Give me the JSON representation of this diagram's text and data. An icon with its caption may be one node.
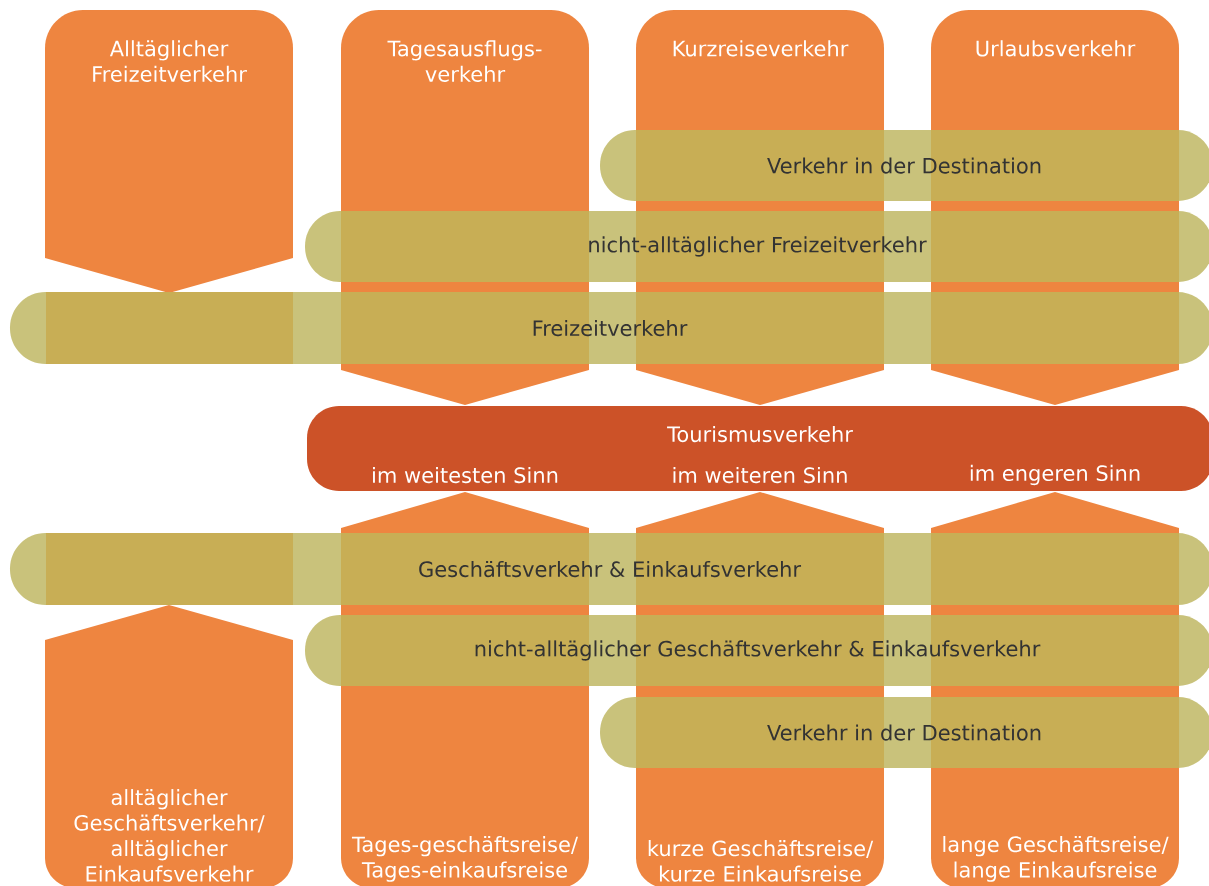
{
  "diagram": {
    "nodes": [
      {
        "text": [
          "Alltäglicher Freizeitverkehr"
        ]
      },
      {
        "text": [
          "Tagesausflugs-verkehr"
        ]
      },
      {
        "text": [
          "Kurzreiseverkehr"
        ]
      },
      {
        "text": [
          "Urlaubsverkehr"
        ]
      },
      {
        "text": [
          "Verkehr in der Destination"
        ]
      },
      {
        "text": [
          "nicht-alltäglicher Freizeitverkehr"
        ]
      },
      {
        "text": [
          "Freizeitverkehr"
        ]
      },
      {
        "text": [
          "Tourismusverkehr",
          "im weitesten Sinn",
          "im weiteren Sinn",
          "im engeren Sinn"
        ]
      },
      {
        "text": [
          "Geschäftsverkehr & Einkaufsverkehr"
        ]
      },
      {
        "text": [
          "nicht-alltäglicher Geschäftsverkehr & Einkaufsverkehr"
        ]
      },
      {
        "text": [
          "Verkehr in der Destination"
        ]
      },
      {
        "text": [
          "alltäglicher Geschäftsverkehr/ alltäglicher Einkaufsverkehr"
        ]
      },
      {
        "text": [
          "Tages-geschäftsreise/ Tages-einkaufsreise"
        ]
      },
      {
        "text": [
          "kurze Geschäftsreise/ kurze Einkaufsreise"
        ]
      },
      {
        "text": [
          "lange Geschäftsreise/ lange Einkaufsreise"
        ]
      }
    ]
  }
}
